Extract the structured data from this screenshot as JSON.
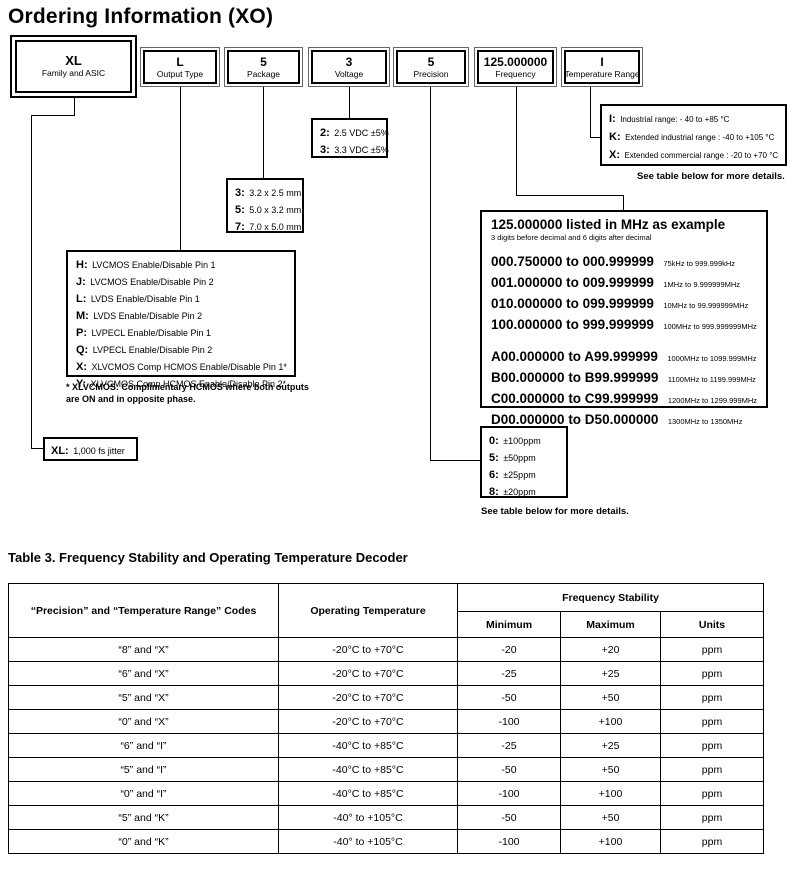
{
  "page_title": "Ordering Information (XO)",
  "order_boxes": [
    {
      "code": "XL",
      "label": "Family and ASIC"
    },
    {
      "code": "L",
      "label": "Output Type"
    },
    {
      "code": "5",
      "label": "Package"
    },
    {
      "code": "3",
      "label": "Voltage"
    },
    {
      "code": "5",
      "label": "Precision"
    },
    {
      "code": "125.000000",
      "label": "Frequency"
    },
    {
      "code": "I",
      "label": "Temperature Range"
    }
  ],
  "family": {
    "key": "XL:",
    "desc": "1,000 fs jitter"
  },
  "output_type": {
    "items": [
      {
        "key": "H:",
        "desc": "LVCMOS Enable/Disable Pin 1"
      },
      {
        "key": "J:",
        "desc": "LVCMOS Enable/Disable Pin 2"
      },
      {
        "key": "L:",
        "desc": "LVDS Enable/Disable Pin 1"
      },
      {
        "key": "M:",
        "desc": "LVDS Enable/Disable Pin 2"
      },
      {
        "key": "P:",
        "desc": "LVPECL Enable/Disable Pin 1"
      },
      {
        "key": "Q:",
        "desc": "LVPECL Enable/Disable Pin 2"
      },
      {
        "key": "X:",
        "desc": "XLVCMOS Comp HCMOS Enable/Disable Pin 1*"
      },
      {
        "key": "Y:",
        "desc": "XLVCMOS Comp HCMOS Enable/Disable Pin 2*"
      }
    ],
    "footnote": "* XLVCMOS: Complimentary HCMOS where both outputs are ON and in opposite phase."
  },
  "package": {
    "items": [
      {
        "key": "3:",
        "desc": "3.2 x 2.5 mm"
      },
      {
        "key": "5:",
        "desc": "5.0 x 3.2 mm"
      },
      {
        "key": "7:",
        "desc": "7.0 x 5.0 mm"
      }
    ]
  },
  "voltage": {
    "items": [
      {
        "key": "2:",
        "desc": "2.5 VDC ±5%"
      },
      {
        "key": "3:",
        "desc": "3.3 VDC ±5%"
      }
    ]
  },
  "precision": {
    "items": [
      {
        "key": "0:",
        "desc": "±100ppm"
      },
      {
        "key": "5:",
        "desc": "±50ppm"
      },
      {
        "key": "6:",
        "desc": "±25ppm"
      },
      {
        "key": "8:",
        "desc": "±20ppm"
      }
    ],
    "note": "See table below for more details."
  },
  "frequency": {
    "title": "125.000000 listed in MHz as example",
    "subtitle": "3 digits before decimal and 6 digits after decimal",
    "ranges": [
      {
        "range": "000.750000 to 000.999999",
        "note": "75kHz to 999.999kHz"
      },
      {
        "range": "001.000000 to 009.999999",
        "note": "1MHz to 9.999999MHz"
      },
      {
        "range": "010.000000 to 099.999999",
        "note": "10MHz to 99.999999MHz"
      },
      {
        "range": "100.000000 to 999.999999",
        "note": "100MHz to 999.999999MHz"
      },
      {
        "range": "A00.000000 to A99.999999",
        "note": "1000MHz to 1099.999MHz"
      },
      {
        "range": "B00.000000 to B99.999999",
        "note": "1100MHz to 1199.999MHz"
      },
      {
        "range": "C00.000000 to C99.999999",
        "note": "1200MHz to 1299.999MHz"
      },
      {
        "range": "D00.000000 to D50.000000",
        "note": "1300MHz to 1350MHz"
      }
    ]
  },
  "temperature_range": {
    "items": [
      {
        "key": "I:",
        "desc": "Industrial range: - 40 to +85 °C"
      },
      {
        "key": "K:",
        "desc": "Extended industrial range : -40 to +105 °C"
      },
      {
        "key": "X:",
        "desc": "Extended commercial range : -20 to +70 °C"
      }
    ],
    "note": "See table below for more details."
  },
  "table3": {
    "title": "Table 3.  Frequency Stability and Operating Temperature Decoder",
    "headers": {
      "col_codes": "“Precision” and “Temperature Range” Codes",
      "col_temp": "Operating Temperature",
      "group_stability": "Frequency Stability",
      "col_min": "Minimum",
      "col_max": "Maximum",
      "col_units": "Units"
    },
    "rows": [
      [
        "“8” and “X”",
        "-20°C to +70°C",
        "-20",
        "+20",
        "ppm"
      ],
      [
        "“6” and “X”",
        "-20°C to +70°C",
        "-25",
        "+25",
        "ppm"
      ],
      [
        "“5” and “X”",
        "-20°C to +70°C",
        "-50",
        "+50",
        "ppm"
      ],
      [
        "“0” and “X”",
        "-20°C to +70°C",
        "-100",
        "+100",
        "ppm"
      ],
      [
        "“6” and “I”",
        "-40°C to +85°C",
        "-25",
        "+25",
        "ppm"
      ],
      [
        "“5” and “I”",
        "-40°C to +85°C",
        "-50",
        "+50",
        "ppm"
      ],
      [
        "“0” and “I”",
        "-40°C to +85°C",
        "-100",
        "+100",
        "ppm"
      ],
      [
        "“5” and “K”",
        "-40° to +105°C",
        "-50",
        "+50",
        "ppm"
      ],
      [
        "“0” and “K”",
        "-40° to +105°C",
        "-100",
        "+100",
        "ppm"
      ]
    ]
  }
}
